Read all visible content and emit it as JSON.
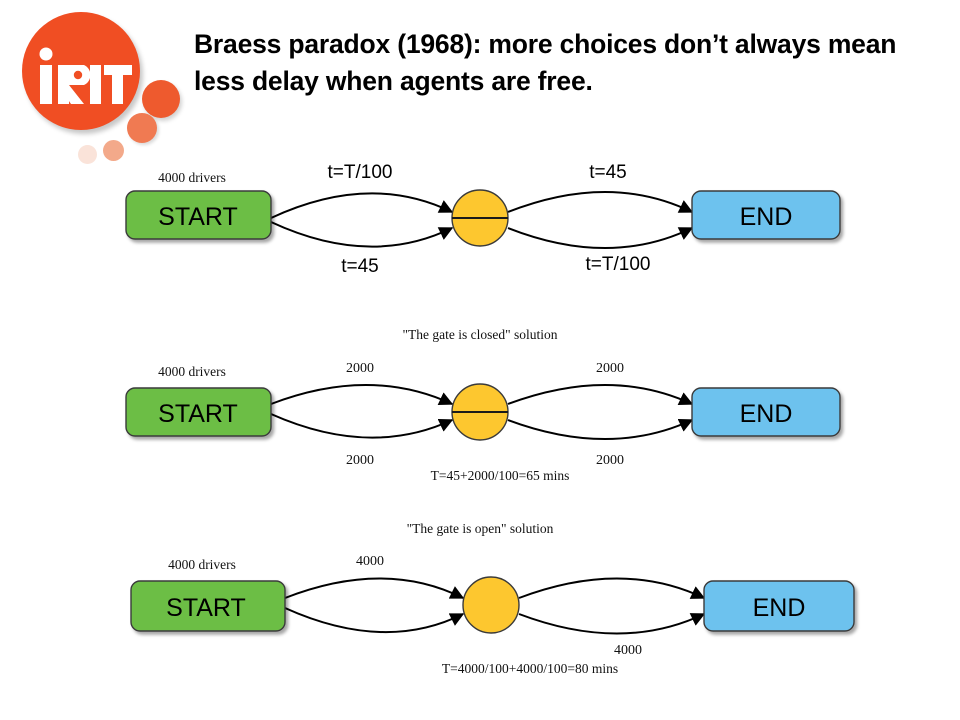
{
  "logo": {
    "name": "IRIT",
    "wordmark": "IRIT",
    "brand_color": "#F04E23",
    "accent_colors": [
      "#EE5A2E",
      "#F07A52",
      "#F3A98A",
      "#FAE3D9"
    ]
  },
  "title": "Braess paradox (1968): more choices don’t always mean less delay when agents are free.",
  "palette": {
    "start_node": "#6CBE45",
    "end_node": "#6DC2EE",
    "gate_node": "#FDC72F",
    "edge": "#000000",
    "node_border": "#3a3a3a"
  },
  "captions": {
    "gate_closed": "\"The gate is closed\" solution",
    "gate_open": "\"The gate is open\" solution"
  },
  "diagrams": [
    {
      "id": "model",
      "start_label": "START",
      "end_label": "END",
      "drivers_label": "4000 drivers",
      "gate_closed": true,
      "edges": {
        "start_top": "t=T/100",
        "start_bottom": "t=45",
        "end_top": "t=45",
        "end_bottom": "t=T/100"
      },
      "formula": ""
    },
    {
      "id": "gate-closed",
      "start_label": "START",
      "end_label": "END",
      "drivers_label": "4000 drivers",
      "gate_closed": true,
      "edges": {
        "start_top": "2000",
        "start_bottom": "2000",
        "end_top": "2000",
        "end_bottom": "2000"
      },
      "formula": "T=45+2000/100=65 mins"
    },
    {
      "id": "gate-open",
      "start_label": "START",
      "end_label": "END",
      "drivers_label": "4000 drivers",
      "gate_closed": false,
      "edges": {
        "start_top": "4000",
        "start_bottom": "",
        "end_top": "",
        "end_bottom": "4000"
      },
      "formula": "T=4000/100+4000/100=80 mins"
    }
  ]
}
